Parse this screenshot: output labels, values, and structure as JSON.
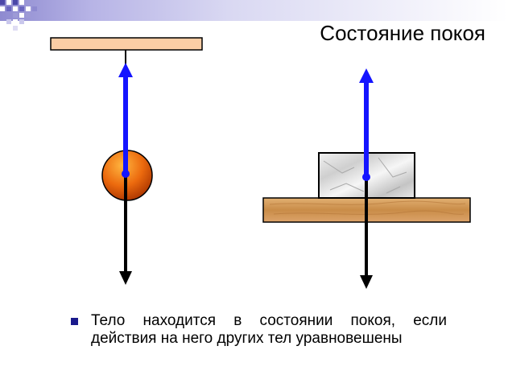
{
  "slide": {
    "title": "Состояние покоя",
    "bullet_text": "Тело находится в состоянии покоя, если действия на него других тел уравновешены"
  },
  "colors": {
    "force_up": "#1414ff",
    "force_down": "#000000",
    "ceiling_beam": "#fbcda5",
    "table_wood": "#d49a55",
    "ball": "#e85e0a",
    "bullet": "#1a1a8c"
  },
  "illustrations": {
    "left": "ball-on-thread",
    "right": "block-on-table"
  }
}
